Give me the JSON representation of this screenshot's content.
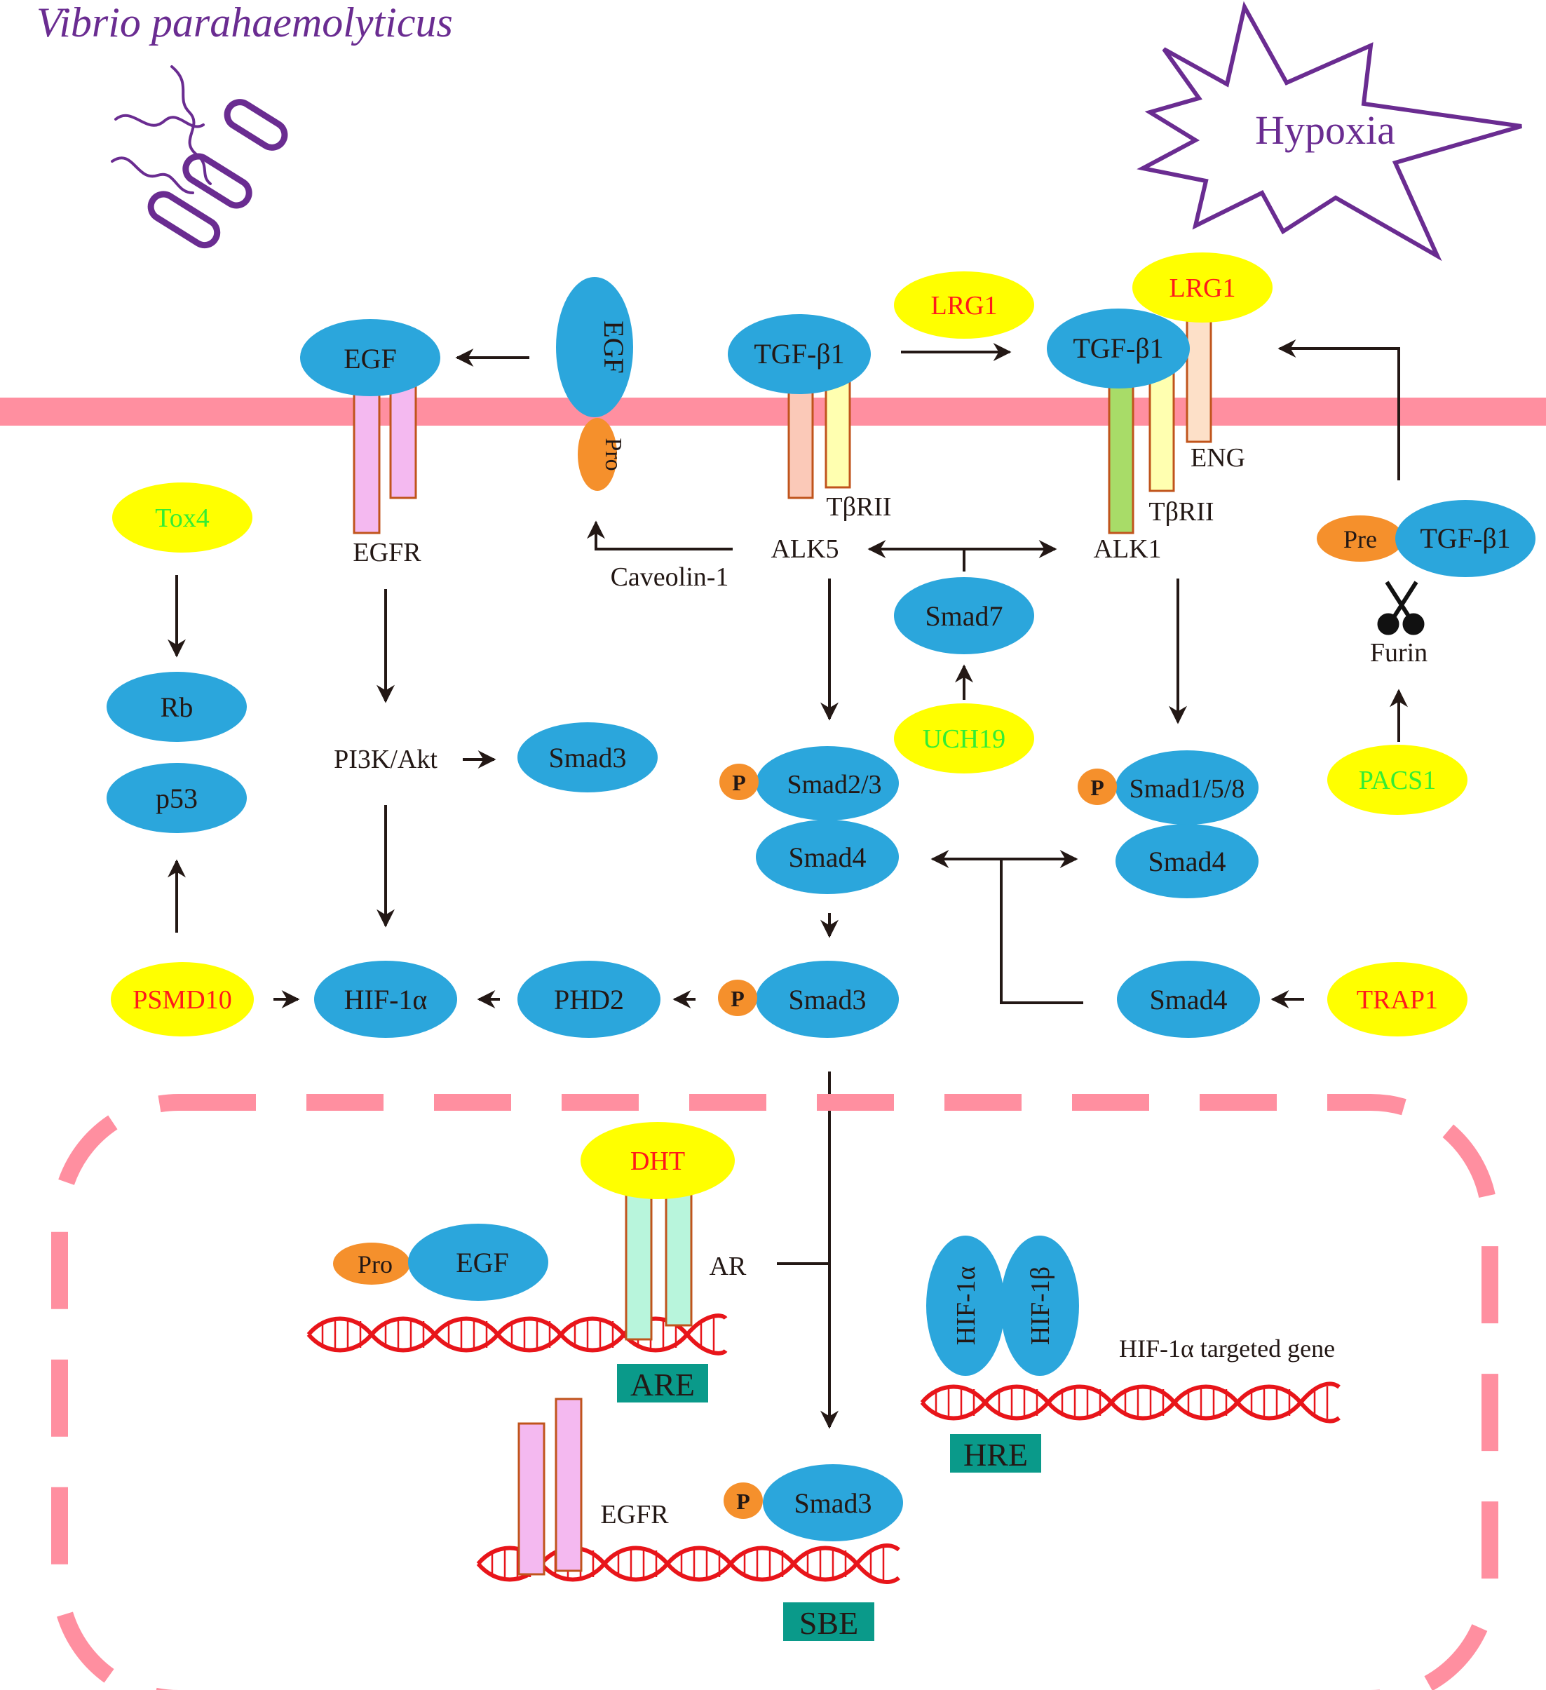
{
  "title": "Vibrio parahaemolyticus",
  "stress": {
    "hypoxia": "Hypoxia"
  },
  "colors": {
    "membrane": "#ff8fa0",
    "protein": "#2ba6dc",
    "pro": "#f5902c",
    "regulator_bg": "#ffff00",
    "regulator_up": "#ff1a1a",
    "regulator_down": "#33ee33",
    "title": "#6a2c91",
    "element_box": "#0a9a8a",
    "dna": "#e8151a"
  },
  "membrane_labels": {
    "egf_left": "EGF",
    "egf_top": "EGF",
    "pro_top": "Pro",
    "egfr": "EGFR",
    "tgfb1_left": "TGF-β1",
    "tgfb1_right": "TGF-β1",
    "lrg1_free": "LRG1",
    "lrg1_bound": "LRG1",
    "tbrii_left": "TβRII",
    "tbrii_right": "TβRII",
    "eng": "ENG",
    "alk5": "ALK5",
    "alk1": "ALK1",
    "caveolin": "Caveolin-1",
    "pre": "Pre",
    "tgfb1_pre": "TGF-β1",
    "furin": "Furin"
  },
  "cytoplasm_labels": {
    "tox4": "Tox4",
    "rb": "Rb",
    "p53": "p53",
    "pi3k": "PI3K/Akt",
    "smad3_mid": "Smad3",
    "smad7": "Smad7",
    "uch19": "UCH19",
    "pacs1": "PACS1",
    "p_smad23": "P",
    "smad23": "Smad2/3",
    "smad4_a": "Smad4",
    "p_smad158": "P",
    "smad158": "Smad1/5/8",
    "smad4_b": "Smad4",
    "psmd10": "PSMD10",
    "hif1a": "HIF-1α",
    "phd2": "PHD2",
    "p_smad3": "P",
    "smad3_low": "Smad3",
    "smad4_c": "Smad4",
    "trap1": "TRAP1"
  },
  "nucleus_labels": {
    "dht": "DHT",
    "pro_n": "Pro",
    "egf_n": "EGF",
    "ar": "AR",
    "are": "ARE",
    "hif1a_n": "HIF-1α",
    "hif1b_n": "HIF-1β",
    "hif_target": "HIF-1α targeted gene",
    "hre": "HRE",
    "egfr_n": "EGFR",
    "p_smad3_n": "P",
    "smad3_n": "Smad3",
    "sbe": "SBE"
  }
}
